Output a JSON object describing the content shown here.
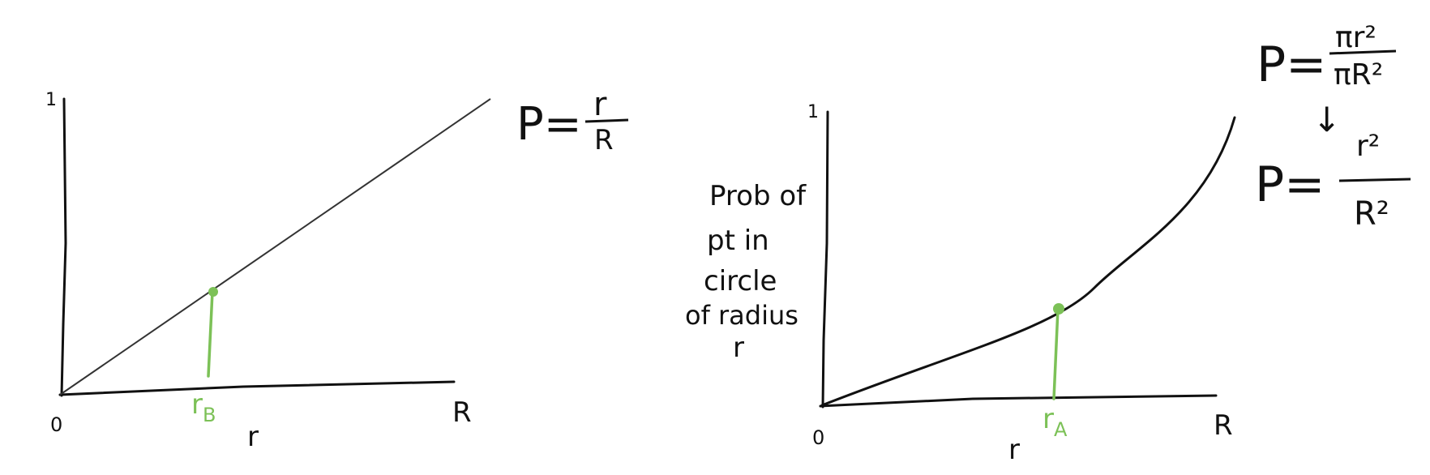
{
  "colors": {
    "ink": "#111111",
    "accent": "#7cc157"
  },
  "left_graph": {
    "y_top_label": "1",
    "origin_label": "0",
    "x_end_label": "R",
    "x_axis_label": "r",
    "marker_label": "r",
    "marker_subscript": "B",
    "formula_lhs": "P=",
    "formula_num": "r",
    "formula_den": "R"
  },
  "right_graph": {
    "y_top_label": "1",
    "origin_label": "0",
    "x_end_label": "R",
    "x_axis_label": "r",
    "marker_label": "r",
    "marker_subscript": "A",
    "y_axis_note": [
      "Prob of",
      "pt in",
      "circle",
      "of radius",
      "r"
    ],
    "formula1_lhs": "P=",
    "formula1_num": "πr²",
    "formula1_den": "πR²",
    "arrow": "↓",
    "formula2_lhs": "P=",
    "formula2_num": "r²",
    "formula2_den": "R²"
  }
}
